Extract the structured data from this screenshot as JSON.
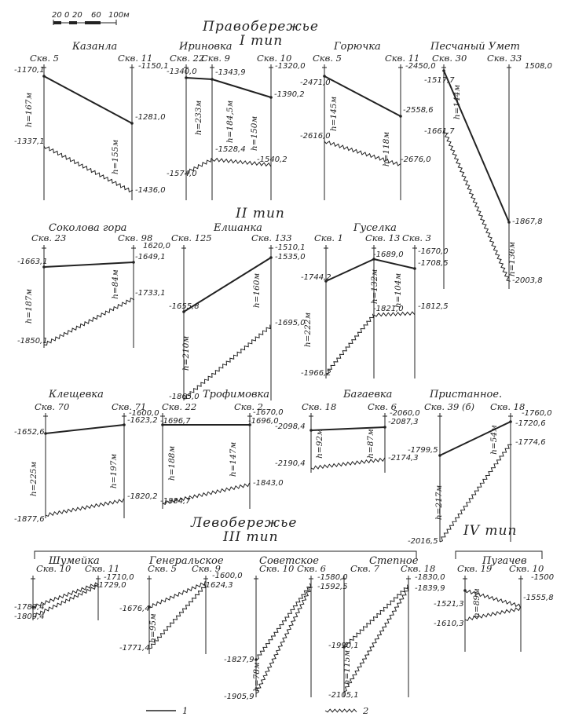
{
  "headings": {
    "right_bank": "Правобережье",
    "left_bank": "Левобережье",
    "type_i": "I тип",
    "type_ii": "II тип",
    "type_iii": "III тип",
    "type_iv": "IV тип"
  },
  "scale_bar": {
    "ticks": [
      "20",
      "0",
      "20",
      "60",
      "100м"
    ]
  },
  "legend": [
    {
      "key": "1",
      "style": "solid"
    },
    {
      "key": "2",
      "style": "wavy"
    }
  ],
  "panels": [
    {
      "name": "Казанла",
      "wells": [
        {
          "label": "Скв. 5",
          "top": "-1170,1",
          "bottom": "-1337,1",
          "h": "h=167м"
        },
        {
          "label": "Скв. 11",
          "top_left": "-1281,0",
          "top_right": "-1150,1",
          "bottom": "-1436,0",
          "h": "h=155м"
        }
      ]
    },
    {
      "name": "Ириновка",
      "wells": [
        {
          "label": "Скв. 22",
          "top": "-1340,0",
          "bottom": "-1574,0",
          "h": "h=233м"
        },
        {
          "label": "Скв. 9",
          "top": "-1343,9",
          "bottom": "-1528,4",
          "h": "h=184,5м"
        },
        {
          "label": "Скв. 10",
          "top_left": "-1390,2",
          "top_right": "-1320,0",
          "bottom": "-1540,2",
          "h": "h=150м"
        }
      ]
    },
    {
      "name": "Горючка",
      "wells": [
        {
          "label": "Скв. 5",
          "top": "-2471,0",
          "bottom": "-2616,0",
          "h": "h=145м"
        },
        {
          "label": "Скв. 11",
          "top_left": "-2558,6",
          "top_right": "-2450,0",
          "bottom": "-2676,0",
          "h": "h=118м"
        }
      ]
    },
    {
      "name": "Песчаный Умет",
      "wells": [
        {
          "label": "Скв. 30",
          "top": "-1517,7",
          "bottom": "-1661,7",
          "h": "h=144м"
        },
        {
          "label": "Скв. 33",
          "top_left": "-1867,8",
          "top_right": "1508,0",
          "bottom": "-2003,8",
          "h": "h=136м"
        }
      ]
    },
    {
      "name": "Соколова гора",
      "wells": [
        {
          "label": "Скв. 23",
          "top": "-1663,1",
          "bottom": "-1850,1",
          "h": "h=187м"
        },
        {
          "label": "Скв. 98",
          "top_left": "-1649,1",
          "top_right": "1620,0",
          "bottom": "-1733,1",
          "h": "h=84м"
        }
      ]
    },
    {
      "name": "Елшанка",
      "wells": [
        {
          "label": "Скв. 125",
          "top": "-1655,8",
          "bottom": "-1865,0",
          "h": "h=210м"
        },
        {
          "label": "Скв. 133",
          "top_left": "-1535,0",
          "top_right": "-1510,1",
          "bottom": "-1695,0",
          "h": "h=160м"
        }
      ]
    },
    {
      "name": "Гуселка",
      "wells": [
        {
          "label": "Скв. 1",
          "top": "-1744,2",
          "bottom": "-1966,2",
          "h": "h=222м"
        },
        {
          "label": "Скв. 13",
          "top": "-1689,0",
          "bottom": "-1821,0",
          "h": "h=132м"
        },
        {
          "label": "Скв. 3",
          "top_left": "-1708,5",
          "top_right": "-1670,0",
          "bottom": "-1812,5",
          "h": "h=104м"
        }
      ]
    },
    {
      "name": "Клещевка",
      "wells": [
        {
          "label": "Скв. 70",
          "top": "-1652,6",
          "bottom": "-1877,6",
          "h": "h=225м"
        },
        {
          "label": "Скв. 71",
          "top_left": "-1623,2",
          "top_right": "-1600,0",
          "bottom": "-1820,2",
          "h": "h=197м"
        }
      ]
    },
    {
      "name": "Трофимовка",
      "wells": [
        {
          "label": "Скв. 22",
          "top": "-1696,7",
          "bottom": "-1884,7",
          "h": "h=188м"
        },
        {
          "label": "Скв. 2",
          "top_left": "-1696,0",
          "top_right": "-1670,0",
          "bottom": "-1843,0",
          "h": "h=147м"
        }
      ]
    },
    {
      "name": "Багаевка",
      "wells": [
        {
          "label": "Скв. 18",
          "top": "-2098,4",
          "bottom": "-2190,4",
          "h": "h=92м"
        },
        {
          "label": "Скв. 6",
          "top_left": "-2087,3",
          "top_right": "-2060,0",
          "bottom": "-2174,3",
          "h": "h=87м"
        }
      ]
    },
    {
      "name": "Пристанное.",
      "wells": [
        {
          "label": "Скв. 39 (б)",
          "top": "-1799,5",
          "bottom": "-2016,5",
          "h": "h=217м"
        },
        {
          "label": "Скв. 18",
          "top_left": "-1720,6",
          "top_right": "-1760,0",
          "bottom": "-1774,6",
          "h": "h=54м"
        }
      ]
    },
    {
      "name": "Шумейка",
      "wells": [
        {
          "label": "Скв. 10",
          "top": "-1783,4",
          "bottom": "-1809,4"
        },
        {
          "label": "Скв. 11",
          "top_left": "-1729,0",
          "top_right": "-1710,0"
        }
      ]
    },
    {
      "name": "Генеральское",
      "wells": [
        {
          "label": "Скв. 5",
          "top": "-1676,4",
          "bottom": "-1771,4",
          "h": "h=95м"
        },
        {
          "label": "Скв. 9",
          "top_left": "-1624,3",
          "top_right": "-1600,0"
        }
      ]
    },
    {
      "name": "Советское",
      "wells": [
        {
          "label": "Скв. 10",
          "top": "-1827,9",
          "bottom": "-1905,9",
          "h": "h=78м"
        },
        {
          "label": "Скв. 6",
          "top_left": "-1592,5",
          "top_right": "-1580,0"
        }
      ]
    },
    {
      "name": "Степное",
      "wells": [
        {
          "label": "Скв. 7",
          "top": "-1990,1",
          "bottom": "-2105,1",
          "h": "h=115м"
        },
        {
          "label": "Скв. 18",
          "top_left": "-1839,9",
          "top_right": "-1830,0"
        }
      ]
    },
    {
      "name": "Пугачев",
      "wells": [
        {
          "label": "Скв. 19",
          "top": "-1521,3",
          "bottom": "-1610,3",
          "h": "h=89м"
        },
        {
          "label": "Скв. 10",
          "top_left": "-1555,8",
          "top_right": "-1500"
        }
      ]
    }
  ]
}
